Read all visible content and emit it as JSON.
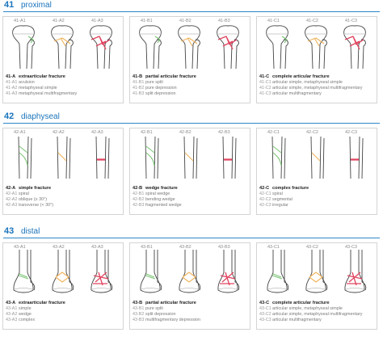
{
  "colors": {
    "accent": "#1b74bb",
    "green": "#7cc576",
    "orange": "#f0b35a",
    "red": "#e0445f"
  },
  "sections": [
    {
      "num": "41",
      "name": "proximal",
      "groups": [
        {
          "code": "41-A",
          "title": "extraarticular fracture",
          "subs": [
            {
              "code": "41-A1",
              "label": "avulsion",
              "color": "green"
            },
            {
              "code": "41-A2",
              "label": "metaphyseal simple",
              "color": "orange"
            },
            {
              "code": "41-A3",
              "label": "metaphyseal multifragmentary",
              "color": "red"
            }
          ]
        },
        {
          "code": "41-B",
          "title": "partial articular fracture",
          "subs": [
            {
              "code": "41-B1",
              "label": "pure split",
              "color": "green"
            },
            {
              "code": "41-B2",
              "label": "pure depression",
              "color": "orange"
            },
            {
              "code": "41-B3",
              "label": "split depression",
              "color": "red"
            }
          ]
        },
        {
          "code": "41-C",
          "title": "complete articular fracture",
          "subs": [
            {
              "code": "41-C1",
              "label": "articular simple, metaphyseal simple",
              "color": "green"
            },
            {
              "code": "41-C2",
              "label": "articular simple, metaphyseal multifragmentary",
              "color": "orange"
            },
            {
              "code": "41-C3",
              "label": "articular multifragmentary",
              "color": "red"
            }
          ]
        }
      ]
    },
    {
      "num": "42",
      "name": "diaphyseal",
      "groups": [
        {
          "code": "42-A",
          "title": "simple fracture",
          "subs": [
            {
              "code": "42-A1",
              "label": "spiral",
              "color": "green"
            },
            {
              "code": "42-A2",
              "label": "oblique (≥ 30°)",
              "color": "orange"
            },
            {
              "code": "42-A3",
              "label": "transverse (< 30°)",
              "color": "red"
            }
          ]
        },
        {
          "code": "42-B",
          "title": "wedge fracture",
          "subs": [
            {
              "code": "42-B1",
              "label": "spiral wedge",
              "color": "green"
            },
            {
              "code": "42-B2",
              "label": "bending wedge",
              "color": "orange"
            },
            {
              "code": "42-B3",
              "label": "fragmented wedge",
              "color": "red"
            }
          ]
        },
        {
          "code": "42-C",
          "title": "complex fracture",
          "subs": [
            {
              "code": "42-C1",
              "label": "spiral",
              "color": "green"
            },
            {
              "code": "42-C2",
              "label": "segmental",
              "color": "orange"
            },
            {
              "code": "42-C3",
              "label": "irregular",
              "color": "red"
            }
          ]
        }
      ]
    },
    {
      "num": "43",
      "name": "distal",
      "groups": [
        {
          "code": "43-A",
          "title": "extraarticular fracture",
          "subs": [
            {
              "code": "43-A1",
              "label": "simple",
              "color": "green"
            },
            {
              "code": "43-A2",
              "label": "wedge",
              "color": "orange"
            },
            {
              "code": "43-A3",
              "label": "complex",
              "color": "red"
            }
          ]
        },
        {
          "code": "43-B",
          "title": "partial articular fracture",
          "subs": [
            {
              "code": "43-B1",
              "label": "pure split",
              "color": "green"
            },
            {
              "code": "43-B2",
              "label": "split depression",
              "color": "orange"
            },
            {
              "code": "43-B3",
              "label": "multifragmentary depression",
              "color": "red"
            }
          ]
        },
        {
          "code": "43-C",
          "title": "complete articular fracture",
          "subs": [
            {
              "code": "43-C1",
              "label": "articular simple, metaphyseal simple",
              "color": "green"
            },
            {
              "code": "43-C2",
              "label": "articular simple, metaphyseal multifragmentary",
              "color": "orange"
            },
            {
              "code": "43-C3",
              "label": "articular multifragmentary",
              "color": "red"
            }
          ]
        }
      ]
    }
  ]
}
